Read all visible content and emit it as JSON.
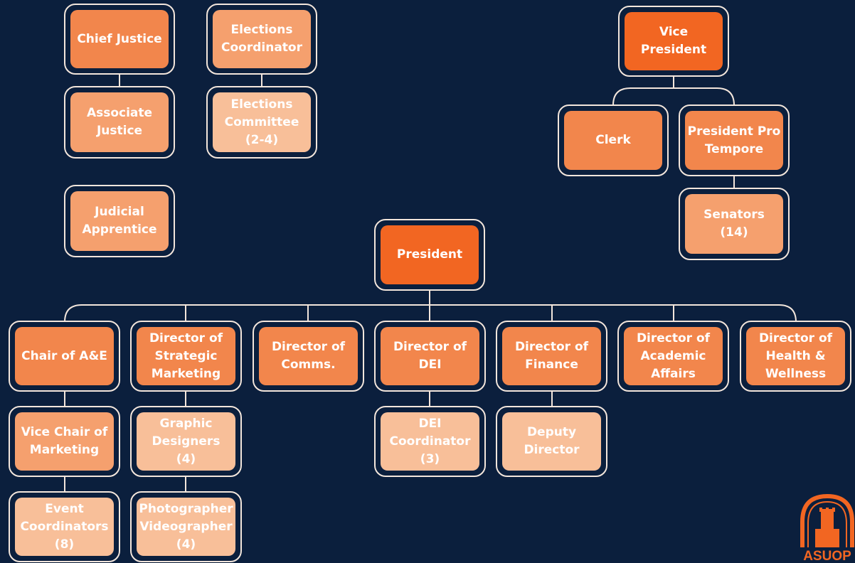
{
  "nodes": [
    {
      "id": "chief_justice",
      "label": "Chief Justice",
      "level": 2
    },
    {
      "id": "associate_justice",
      "label": "Associate\nJustice",
      "level": 3
    },
    {
      "id": "judicial_apprentice",
      "label": "Judicial\nApprentice",
      "level": 3
    },
    {
      "id": "elections_coordinator",
      "label": "Elections\nCoordinator",
      "level": 3
    },
    {
      "id": "elections_committee",
      "label": "Elections\nCommittee\n(2-4)",
      "level": 4
    },
    {
      "id": "vice_president",
      "label": "Vice\nPresident",
      "level": 1
    },
    {
      "id": "clerk",
      "label": "Clerk",
      "level": 2
    },
    {
      "id": "president_pro_tempore",
      "label": "President Pro\nTempore",
      "level": 2
    },
    {
      "id": "senators",
      "label": "Senators\n(14)",
      "level": 3
    },
    {
      "id": "president",
      "label": "President",
      "level": 1
    },
    {
      "id": "chair_ae",
      "label": "Chair of A&E",
      "level": 2
    },
    {
      "id": "director_strategic_marketing",
      "label": "Director of\nStrategic\nMarketing",
      "level": 2
    },
    {
      "id": "director_comms",
      "label": "Director of\nComms.",
      "level": 2
    },
    {
      "id": "director_dei",
      "label": "Director of\nDEI",
      "level": 2
    },
    {
      "id": "director_finance",
      "label": "Director of\nFinance",
      "level": 2
    },
    {
      "id": "director_academic_affairs",
      "label": "Director of\nAcademic\nAffairs",
      "level": 2
    },
    {
      "id": "director_health_wellness",
      "label": "Director of\nHealth &\nWellness",
      "level": 2
    },
    {
      "id": "vice_chair_marketing",
      "label": "Vice Chair of\nMarketing",
      "level": 3
    },
    {
      "id": "event_coordinators",
      "label": "Event\nCoordinators\n(8)",
      "level": 4
    },
    {
      "id": "graphic_designers",
      "label": "Graphic\nDesigners\n(4)",
      "level": 4
    },
    {
      "id": "photographer_videographer",
      "label": "Photographer\nVideographer\n(4)",
      "level": 4
    },
    {
      "id": "dei_coordinator",
      "label": "DEI\nCoordinator\n(3)",
      "level": 4
    },
    {
      "id": "deputy_director",
      "label": "Deputy\nDirector",
      "level": 4
    }
  ],
  "edges": [
    [
      "chief_justice",
      "associate_justice"
    ],
    [
      "elections_coordinator",
      "elections_committee"
    ],
    [
      "vice_president",
      "clerk"
    ],
    [
      "vice_president",
      "president_pro_tempore"
    ],
    [
      "president_pro_tempore",
      "senators"
    ],
    [
      "president",
      "chair_ae"
    ],
    [
      "president",
      "director_strategic_marketing"
    ],
    [
      "president",
      "director_comms"
    ],
    [
      "president",
      "director_dei"
    ],
    [
      "president",
      "director_finance"
    ],
    [
      "president",
      "director_academic_affairs"
    ],
    [
      "president",
      "director_health_wellness"
    ],
    [
      "chair_ae",
      "vice_chair_marketing"
    ],
    [
      "vice_chair_marketing",
      "event_coordinators"
    ],
    [
      "director_strategic_marketing",
      "graphic_designers"
    ],
    [
      "graphic_designers",
      "photographer_videographer"
    ],
    [
      "director_dei",
      "dei_coordinator"
    ],
    [
      "director_finance",
      "deputy_director"
    ]
  ],
  "colors": {
    "background": "#0b1f3d",
    "level1": "#f26622",
    "level2": "#f2864c",
    "level3": "#f5a06e",
    "level4": "#f8bf99",
    "outline": "#f3e6dc",
    "text": "#ffffff"
  },
  "logo": {
    "text": "ASUOP",
    "icon": "tower-icon"
  }
}
